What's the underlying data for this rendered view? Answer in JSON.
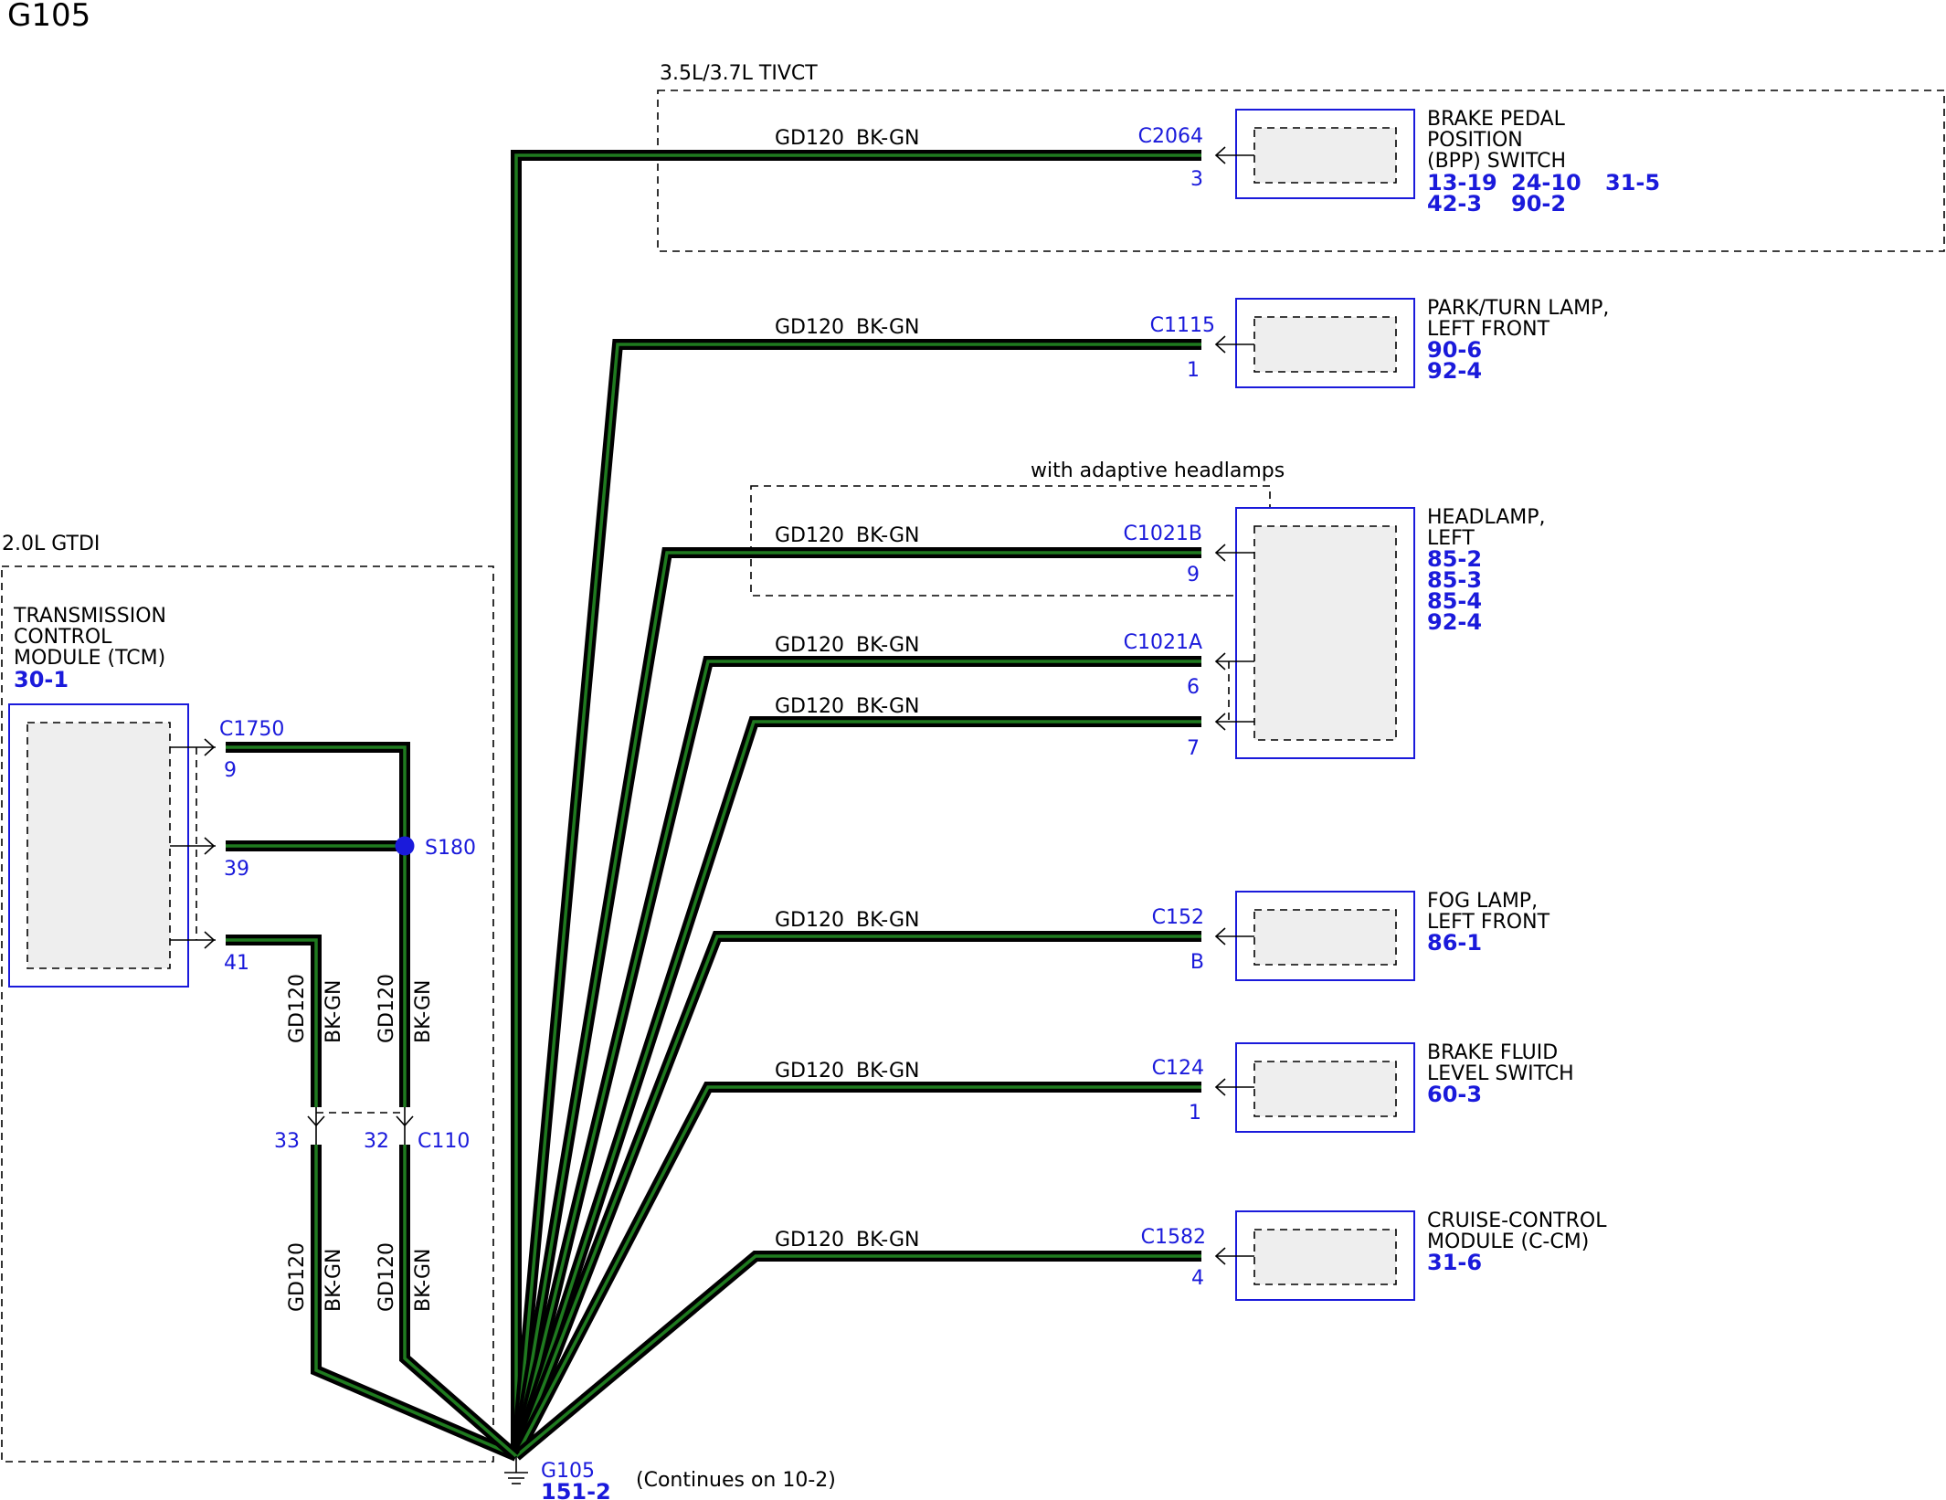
{
  "page_title": "G105",
  "regions": {
    "engine_35_37": "3.5L/3.7L TIVCT",
    "engine_20": "2.0L GTDI",
    "adaptive": "with adaptive headlamps"
  },
  "wire": {
    "circuit": "GD120",
    "color": "BK-GN"
  },
  "components": {
    "bpp": {
      "name": [
        "BRAKE PEDAL",
        "POSITION",
        "(BPP) SWITCH"
      ],
      "refs": [
        "13-19",
        "24-10",
        "31-5",
        "42-3",
        "90-2"
      ]
    },
    "park_turn": {
      "name": [
        "PARK/TURN LAMP,",
        "LEFT FRONT"
      ],
      "refs": [
        "90-6",
        "92-4"
      ]
    },
    "headlamp": {
      "name": [
        "HEADLAMP,",
        "LEFT"
      ],
      "refs": [
        "85-2",
        "85-3",
        "85-4",
        "92-4"
      ]
    },
    "fog": {
      "name": [
        "FOG LAMP,",
        "LEFT FRONT"
      ],
      "refs": [
        "86-1"
      ]
    },
    "brake_fluid": {
      "name": [
        "BRAKE FLUID",
        "LEVEL SWITCH"
      ],
      "refs": [
        "60-3"
      ]
    },
    "cruise": {
      "name": [
        "CRUISE-CONTROL",
        "MODULE (C-CM)"
      ],
      "refs": [
        "31-6"
      ]
    },
    "tcm": {
      "name": [
        "TRANSMISSION",
        "CONTROL",
        "MODULE (TCM)"
      ],
      "refs": [
        "30-1"
      ]
    }
  },
  "connectors": {
    "bpp": {
      "id": "C2064",
      "pin": "3"
    },
    "park_turn": {
      "id": "C1115",
      "pin": "1"
    },
    "headlamp_b": {
      "id": "C1021B",
      "pin": "9"
    },
    "headlamp_a": {
      "id": "C1021A",
      "pins": [
        "6",
        "7"
      ]
    },
    "fog": {
      "id": "C152",
      "pin": "B"
    },
    "brake_fluid": {
      "id": "C124",
      "pin": "1"
    },
    "cruise": {
      "id": "C1582",
      "pin": "4"
    },
    "tcm": {
      "id": "C1750",
      "pins": [
        "9",
        "39",
        "41"
      ]
    },
    "inline": {
      "id": "C110",
      "pins": [
        "33",
        "32"
      ]
    }
  },
  "splice": "S180",
  "ground": {
    "id": "G105",
    "ref": "151-2",
    "note": "(Continues on 10-2)"
  }
}
